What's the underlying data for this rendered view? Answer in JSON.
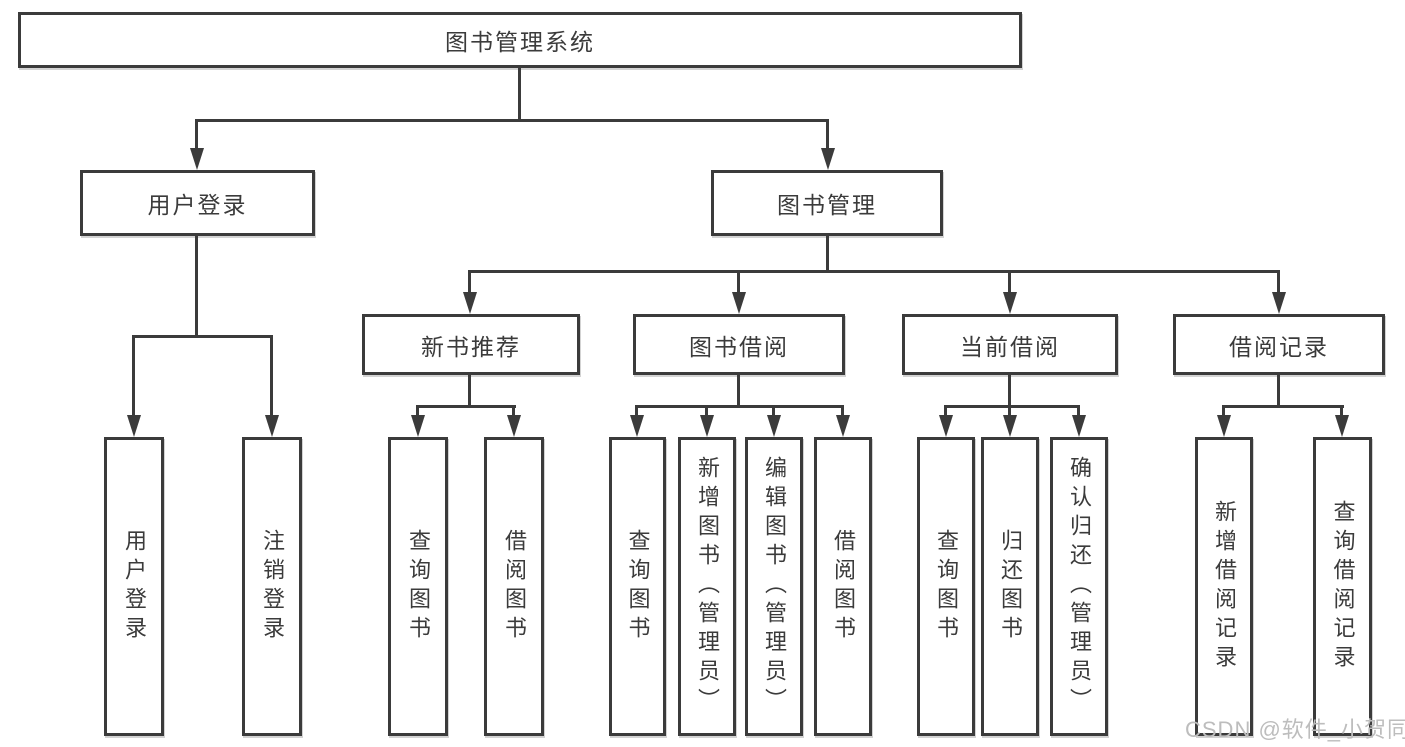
{
  "tree": {
    "root": {
      "label": "图书管理系统",
      "children": [
        {
          "label": "用户登录",
          "children": [
            {
              "label": "用户登录"
            },
            {
              "label": "注销登录"
            }
          ]
        },
        {
          "label": "图书管理",
          "children": [
            {
              "label": "新书推荐",
              "children": [
                {
                  "label": "查询图书"
                },
                {
                  "label": "借阅图书"
                }
              ]
            },
            {
              "label": "图书借阅",
              "children": [
                {
                  "label": "查询图书"
                },
                {
                  "label": "新增图书（管理员）"
                },
                {
                  "label": "编辑图书（管理员）"
                },
                {
                  "label": "借阅图书"
                }
              ]
            },
            {
              "label": "当前借阅",
              "children": [
                {
                  "label": "查询图书"
                },
                {
                  "label": "归还图书"
                },
                {
                  "label": "确认归还（管理员）"
                }
              ]
            },
            {
              "label": "借阅记录",
              "children": [
                {
                  "label": "新增借阅记录"
                },
                {
                  "label": "查询借阅记录"
                }
              ]
            }
          ]
        }
      ]
    }
  },
  "watermark": {
    "text": "CSDN @软件_小贺同学"
  },
  "colors": {
    "line": "#3b3b3b",
    "text": "#3b3b3b",
    "box_background": "#ffffff",
    "page_background": "#ffffff",
    "watermark": "#bdbdbd"
  }
}
